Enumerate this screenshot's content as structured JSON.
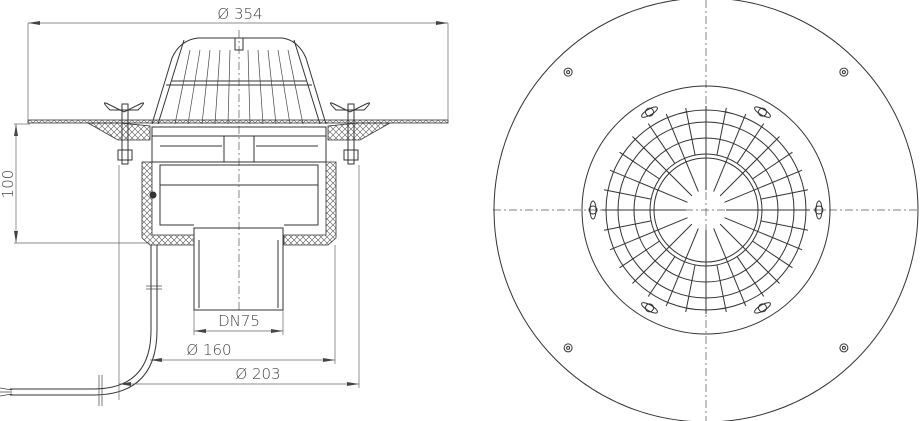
{
  "drawing": {
    "side_view": {
      "dimensions": {
        "outer_diameter": "Ø 354",
        "height": "100",
        "pipe": "DN75",
        "body_diameter": "Ø 160",
        "clamp_diameter": "Ø 203"
      }
    },
    "top_view": {}
  }
}
